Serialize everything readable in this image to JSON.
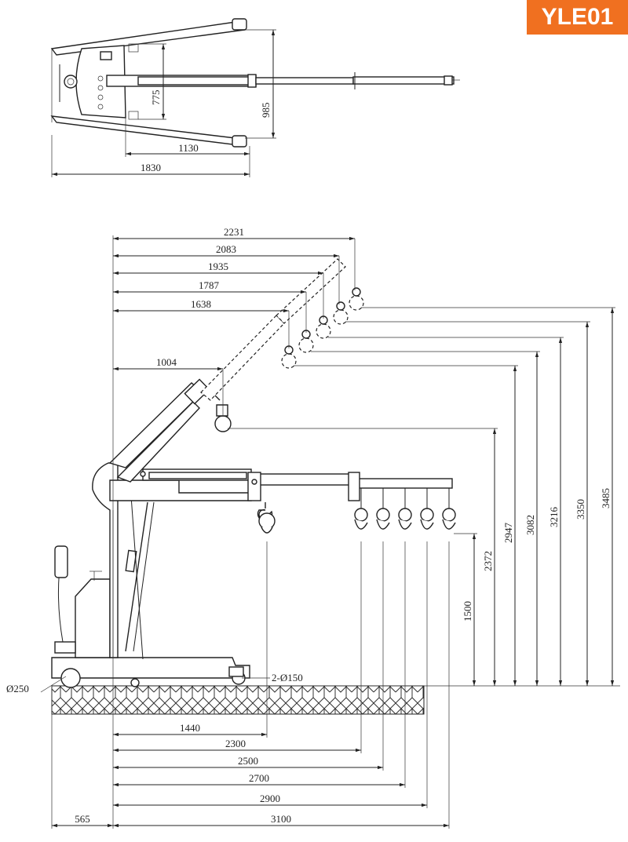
{
  "badge": "YLE01",
  "top_view": {
    "width_overall": "1830",
    "width_inner": "1130",
    "height_inner": "775",
    "height_outer": "985"
  },
  "side_view": {
    "boom_reach": [
      "2231",
      "2083",
      "1935",
      "1787",
      "1638"
    ],
    "jib_reach": "1004",
    "heights": [
      "3485",
      "3350",
      "3216",
      "3082",
      "2947",
      "2372",
      "1500"
    ],
    "floor_reach": [
      "1440",
      "2300",
      "2500",
      "2700",
      "2900",
      "3100"
    ],
    "rear_offset": "565",
    "wheel_front": "Ø250",
    "wheel_rear": "2-Ø150"
  }
}
